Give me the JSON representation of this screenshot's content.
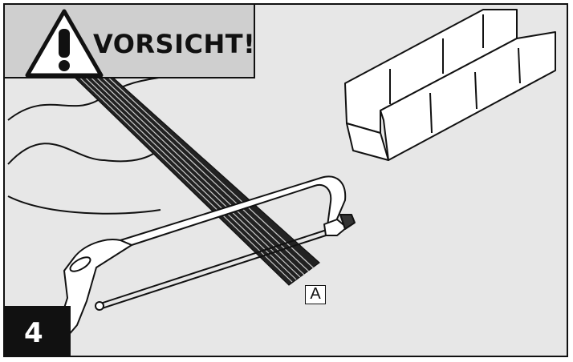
{
  "warning": {
    "label": "VORSICHT!",
    "icon": "warning-triangle-icon"
  },
  "step": {
    "number": "4"
  },
  "callout": {
    "label": "A"
  },
  "colors": {
    "background": "#e7e7e7",
    "warning_panel": "#cfcfcf",
    "ink": "#111111"
  }
}
